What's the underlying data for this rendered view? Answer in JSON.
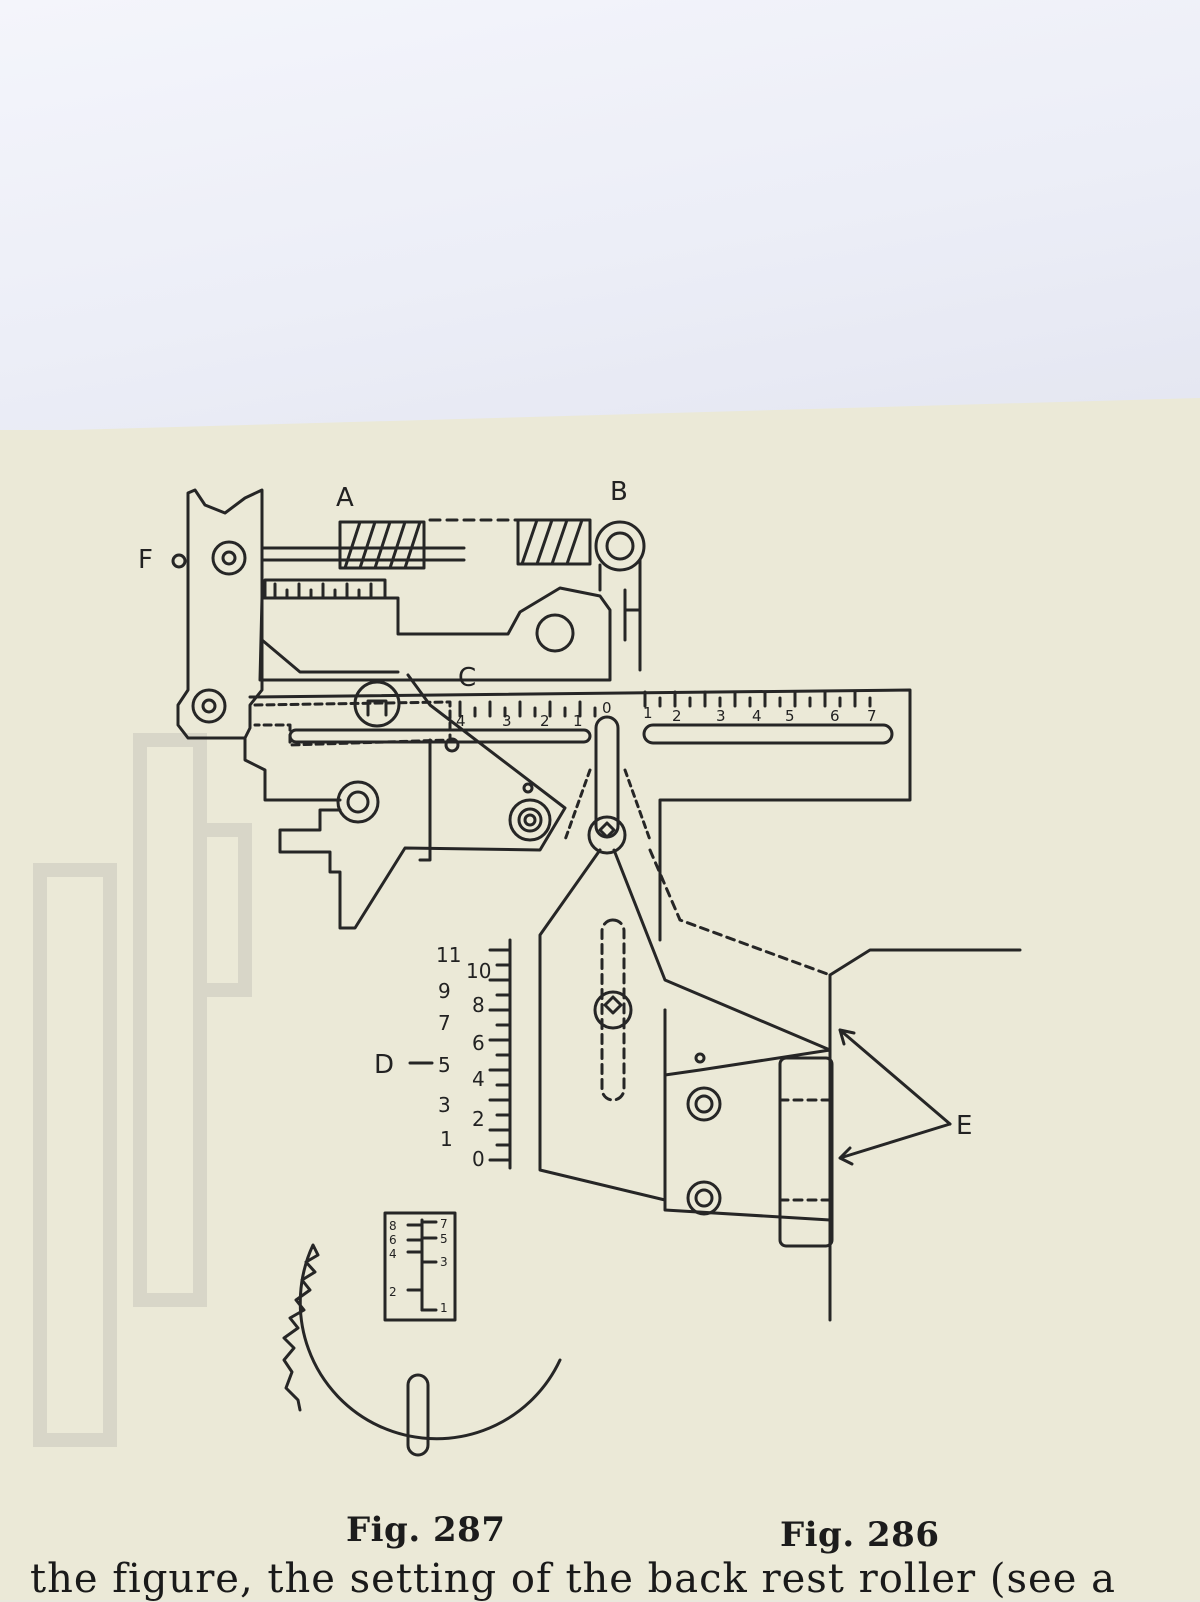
{
  "figure_286": {
    "caption": "Fig. 286",
    "labels": {
      "a": "A",
      "b": "B",
      "c": "C",
      "d": "D",
      "e": "E",
      "f": "F"
    },
    "horizontal_scale_left": [
      "4",
      "3",
      "2",
      "1",
      "0"
    ],
    "horizontal_scale_right": [
      "1",
      "2",
      "3",
      "4",
      "5",
      "6",
      "7"
    ],
    "vertical_scale_odd": [
      "11",
      "9",
      "7",
      "5",
      "3",
      "1"
    ],
    "vertical_scale_even": [
      "10",
      "8",
      "6",
      "4",
      "2",
      "0"
    ]
  },
  "figure_287": {
    "caption": "Fig. 287",
    "dial_left": [
      "8",
      "6",
      "4",
      "2"
    ],
    "dial_right": [
      "7",
      "5",
      "3",
      "1"
    ]
  },
  "body_text": "the figure, the setting of the back rest roller (see a"
}
